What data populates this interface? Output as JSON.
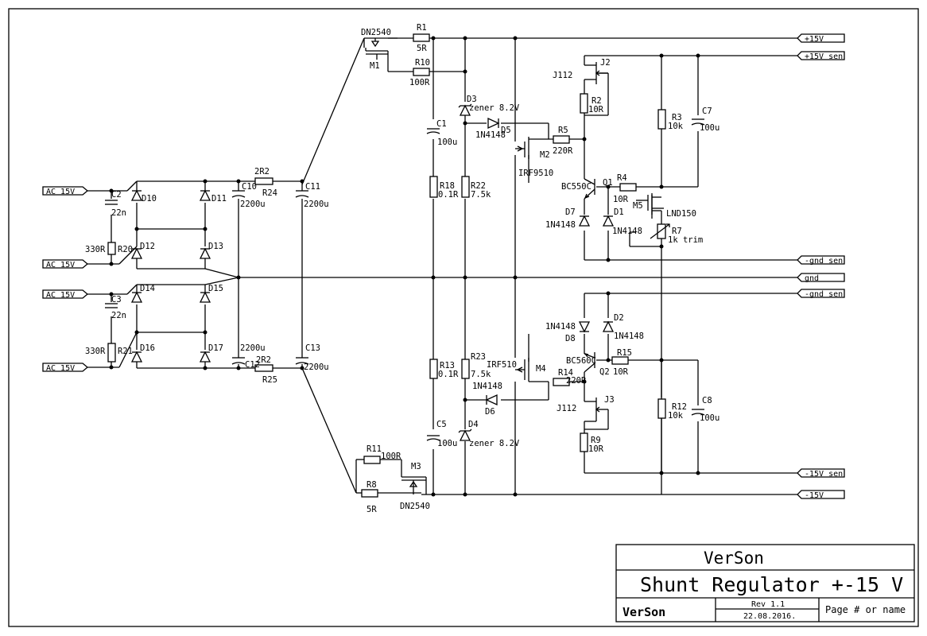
{
  "ports": {
    "p15v": "+15V",
    "p15vsen": "+15V sen",
    "gndsen_top": "-gnd sen",
    "gnd": "gnd",
    "gndsen_bot": "-gnd sen",
    "m15vsen": "-15V sen",
    "m15v": "-15V",
    "ac1": "AC 15V",
    "ac2": "AC 15V",
    "ac3": "AC 15V",
    "ac4": "AC 15V"
  },
  "labels": {
    "dn2540_top": "DN2540",
    "m1": "M1",
    "r1": "R1",
    "r1v": "5R",
    "r10": "R10",
    "r10v": "100R",
    "d3": "D3",
    "d3v": "zener 8.2V",
    "d5": "D5",
    "d5v": "1N4148",
    "c1": "C1",
    "c1v": "100u",
    "r5": "R5",
    "r5v": "220R",
    "m2": "M2",
    "m2v": "IRF9510",
    "r18": "R18",
    "r18v": "0.1R",
    "r22": "R22",
    "r22v": "7.5k",
    "j2v": "J112",
    "j2": "J2",
    "r2": "R2",
    "r2v": "10R",
    "r3": "R3",
    "r3v": "10k",
    "c7": "C7",
    "c7v": "100u",
    "q1v": "BC550C",
    "q1": "Q1",
    "r4": "R4",
    "r4v": "10R",
    "m5": "M5",
    "m5v": "LND150",
    "r7": "R7",
    "r7v": "1k trim",
    "d7": "D7",
    "d7v": "1N4148",
    "d1": "D1",
    "d1v": "1N4148",
    "c2": "C2",
    "c2v": "22n",
    "r20": "R20",
    "r20v": "330R",
    "d10": "D10",
    "d11": "D11",
    "d12": "D12",
    "d13": "D13",
    "r2r2a": "2R2",
    "r24": "R24",
    "c10": "C10",
    "c10v": "2200u",
    "c11": "C11",
    "c11v": "2200u",
    "c3": "C3",
    "c3v": "22n",
    "r21": "R21",
    "r21v": "330R",
    "d14": "D14",
    "d15": "D15",
    "d16": "D16",
    "d17": "D17",
    "c12v": "2200u",
    "c12": "C12",
    "r2r2b": "2R2",
    "r25": "R25",
    "c13": "C13",
    "c13v": "2200u",
    "d8v": "1N4148",
    "d8": "D8",
    "d2": "D2",
    "d2v": "1N4148",
    "q2v": "BC560C",
    "q2": "Q2",
    "r15": "R15",
    "r15v": "10R",
    "r13": "R13",
    "r13v": "0.1R",
    "r23": "R23",
    "r23v": "7.5k",
    "m4v": "IRF510",
    "m4": "M4",
    "r14": "R14",
    "r14v": "220R",
    "d6v": "1N4148",
    "d6": "D6",
    "j3v": "J112",
    "j3": "J3",
    "r12": "R12",
    "r12v": "10k",
    "c8": "C8",
    "c8v": "100u",
    "r9": "R9",
    "r9v": "10R",
    "c5": "C5",
    "c5v": "100u",
    "d4": "D4",
    "d4v": "zener 8.2V",
    "r11": "R11",
    "r11v": "100R",
    "m3": "M3",
    "r8": "R8",
    "r8v": "5R",
    "dn2540_bot": "DN2540"
  },
  "title_block": {
    "company": "VerSon",
    "title": "Shunt Regulator +-15 V",
    "company_small": "VerSon",
    "rev": "Rev 1.1",
    "date": "22.08.2016.",
    "page": "Page # or name"
  }
}
